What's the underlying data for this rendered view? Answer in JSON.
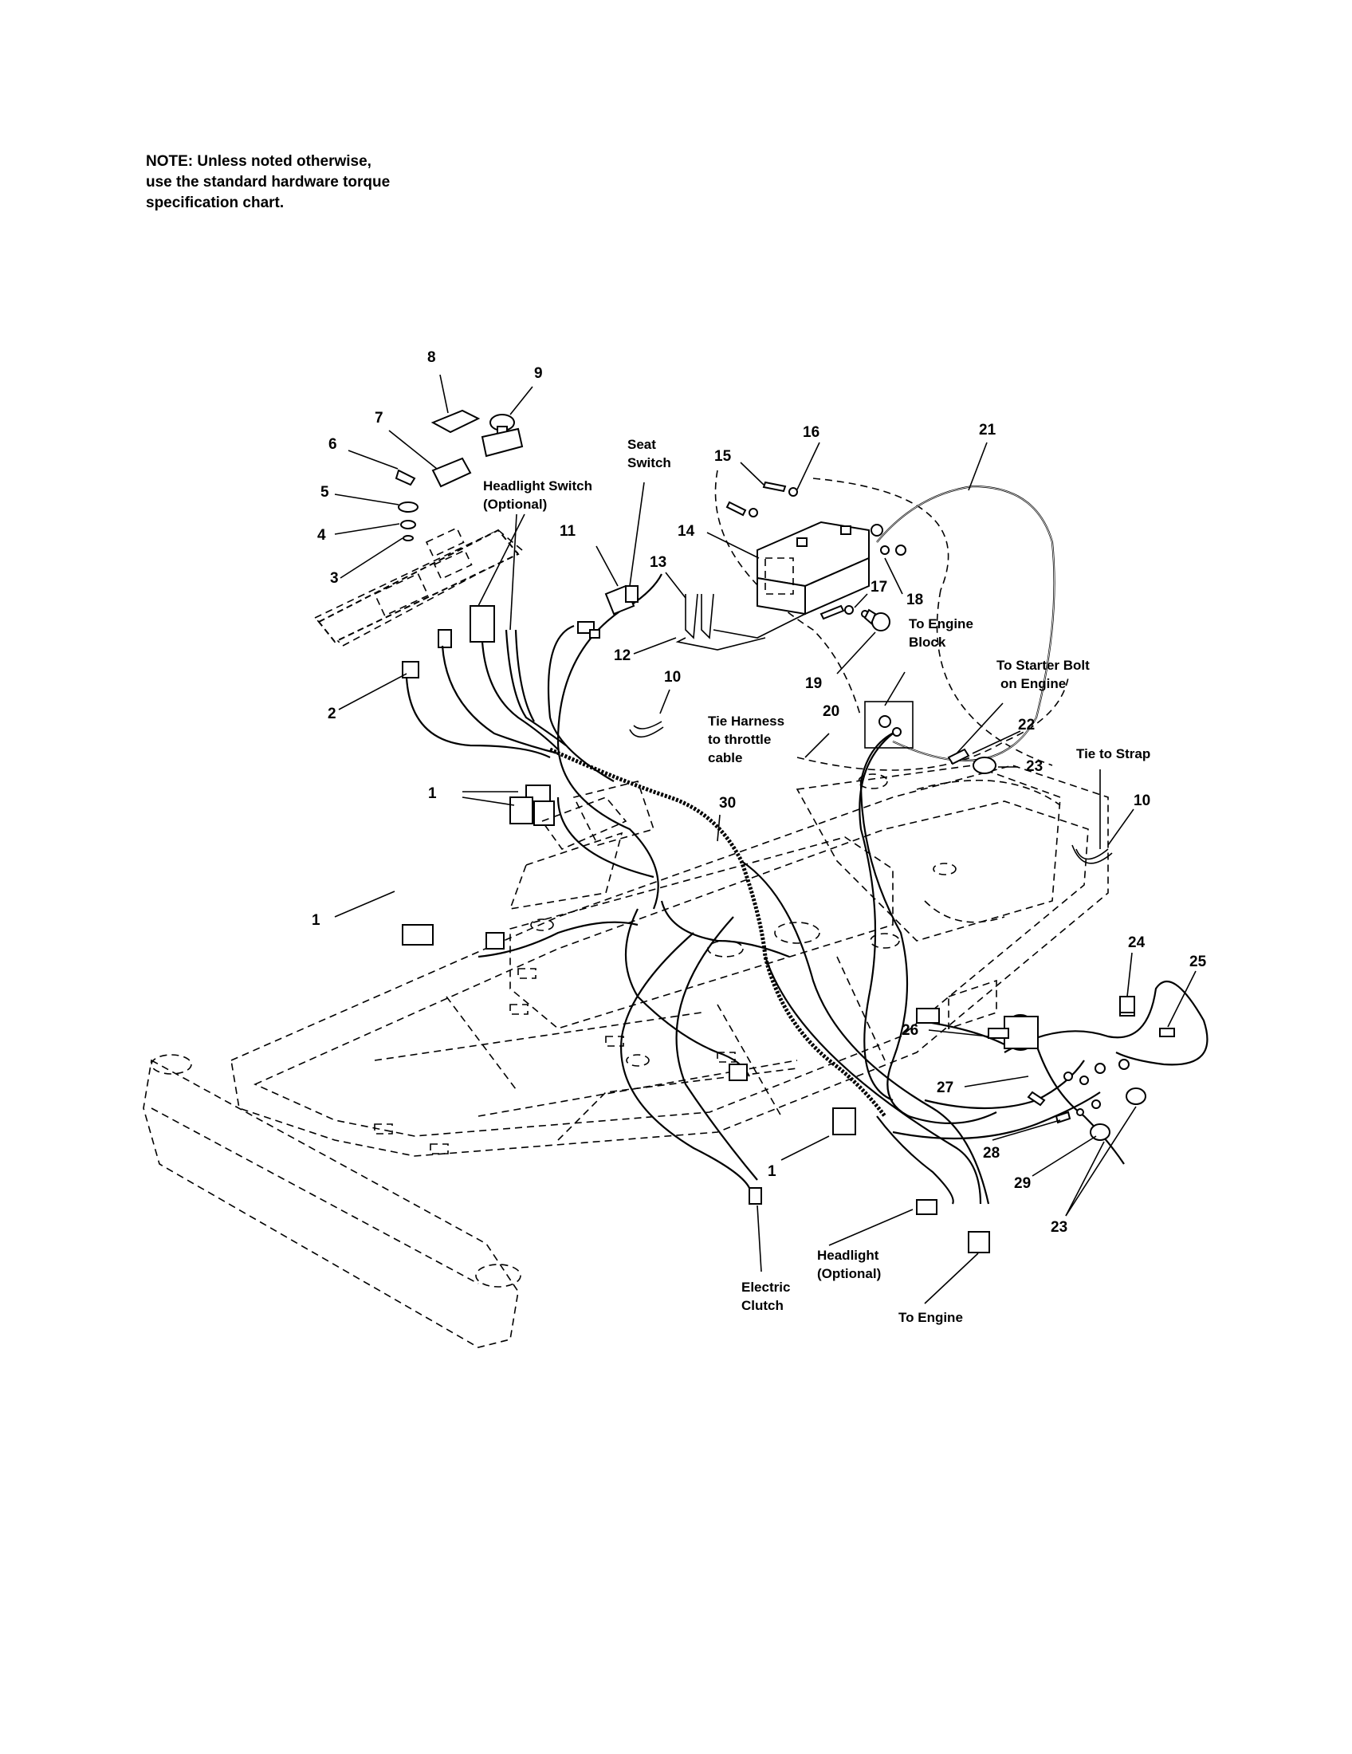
{
  "note": {
    "line1": "NOTE: Unless noted otherwise,",
    "line2": "use the standard hardware torque",
    "line3": "specification chart."
  },
  "callouts": {
    "c8": "8",
    "c9": "9",
    "c7": "7",
    "c6": "6",
    "c5": "5",
    "c4": "4",
    "c3": "3",
    "c2": "2",
    "c11": "11",
    "c13": "13",
    "c12": "12",
    "c10a": "10",
    "c14": "14",
    "c15": "15",
    "c16": "16",
    "c17": "17",
    "c18": "18",
    "c19": "19",
    "c20": "20",
    "c21": "21",
    "c22": "22",
    "c23a": "23",
    "c10b": "10",
    "c1a": "1",
    "c1b": "1",
    "c30": "30",
    "c24": "24",
    "c25": "25",
    "c26": "26",
    "c27": "27",
    "c28": "28",
    "c29": "29",
    "c23b": "23",
    "c1c": "1"
  },
  "labels": {
    "headlight_switch_1": "Headlight Switch",
    "headlight_switch_2": "(Optional)",
    "seat_switch_1": "Seat",
    "seat_switch_2": "Switch",
    "tie_harness_1": "Tie Harness",
    "tie_harness_2": "to throttle",
    "tie_harness_3": "cable",
    "engine_block_1": "To Engine",
    "engine_block_2": "Block",
    "starter_bolt_1": "To Starter Bolt",
    "starter_bolt_2": "on Engine",
    "tie_strap": "Tie to Strap",
    "headlight_1": "Headlight",
    "headlight_2": "(Optional)",
    "electric_clutch_1": "Electric",
    "electric_clutch_2": "Clutch",
    "to_engine": "To Engine"
  }
}
